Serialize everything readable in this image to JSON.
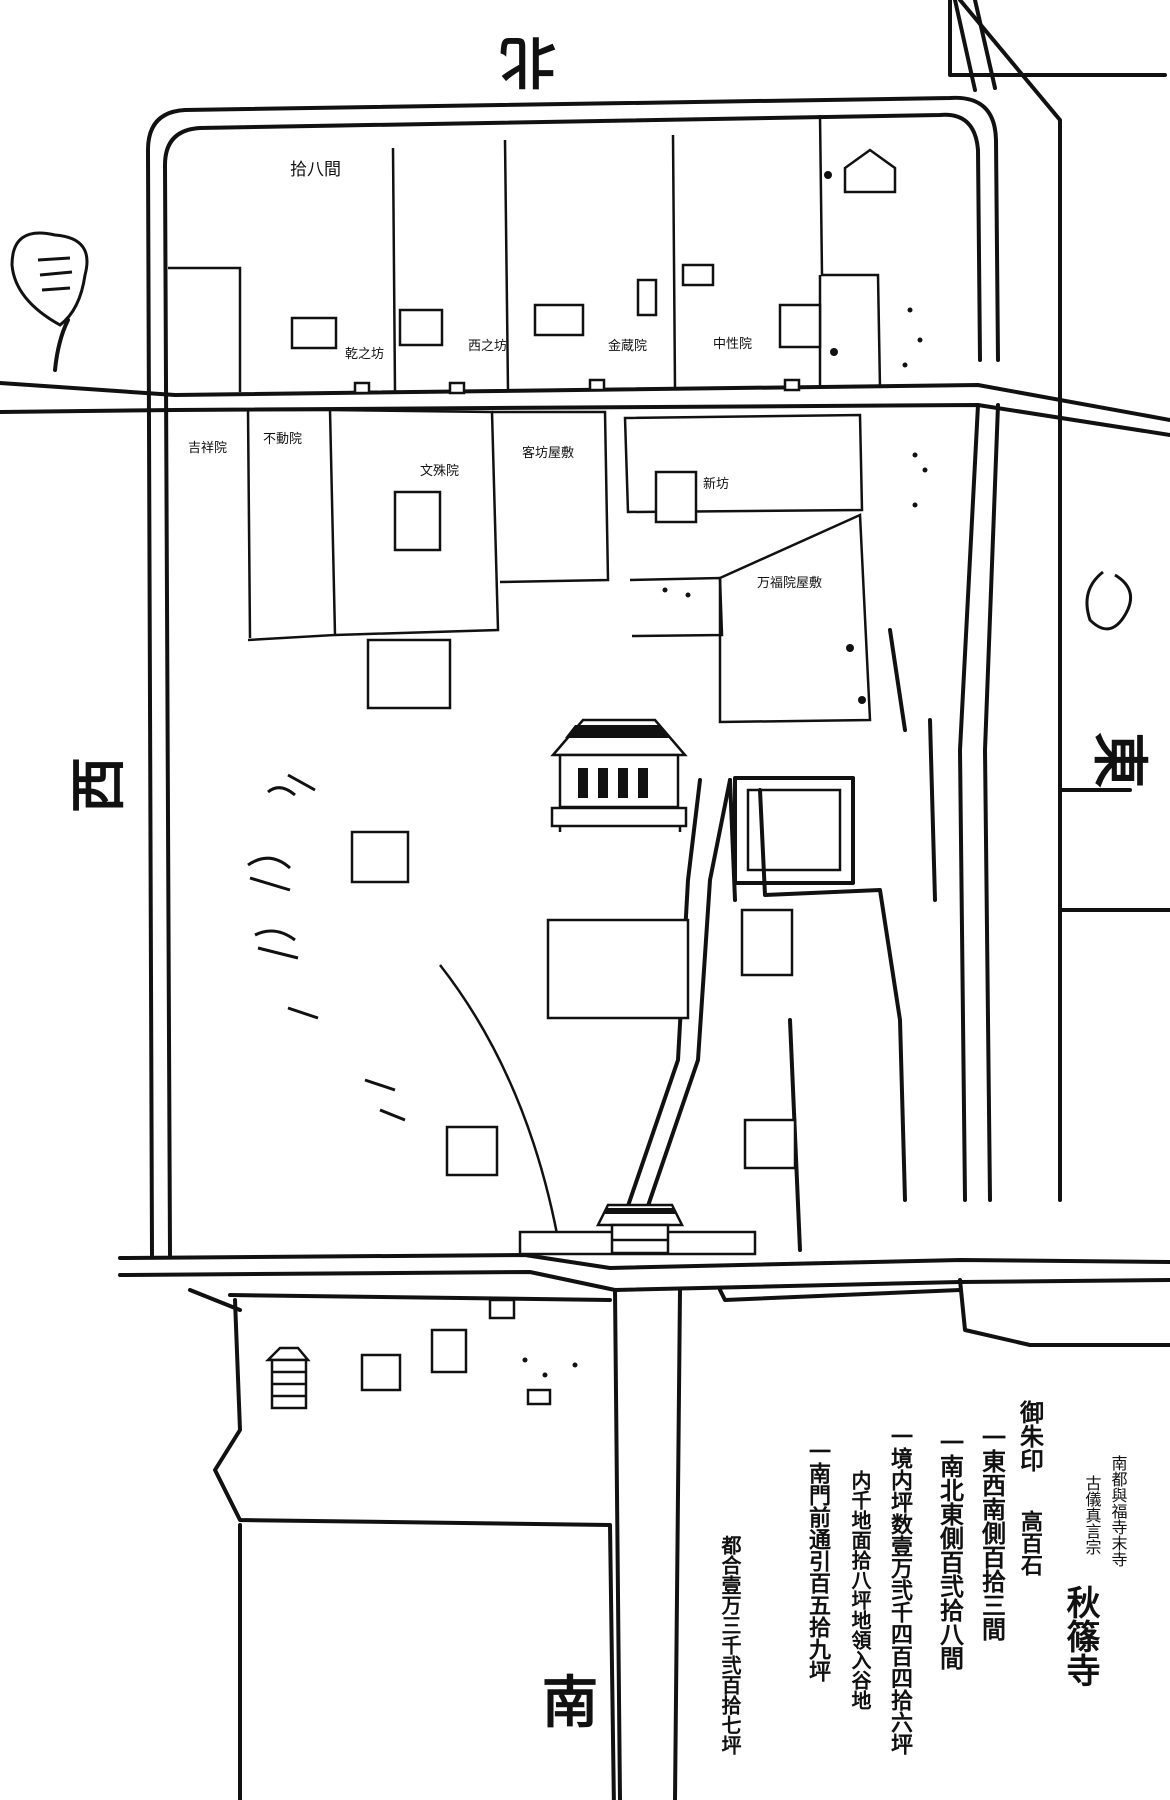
{
  "directions": {
    "north": "北",
    "south": "南",
    "east": "東",
    "west": "西"
  },
  "labels": {
    "kenshibo": "乾之坊",
    "nishinobo": "西之坊",
    "konzoin": "金蔵院",
    "chushoin": "中性院",
    "kichijoin": "吉祥院",
    "fudoin": "不動院",
    "monjuin": "文殊院",
    "kyakubo": "客坊屋敷",
    "shinbo": "新坊",
    "manpukuin": "万福院屋敷"
  },
  "legend": {
    "title": "秋篠寺",
    "lines": [
      "南都與福寺末寺",
      "古儀真言宗",
      "御朱印",
      "高百石",
      "一東西南側百拾三間",
      "一南北東側百弐拾八間",
      "一境内坪数壹万弐千四百四拾六坪",
      "内千地面拾八坪地領入谷地",
      "一南門前通引百五拾九坪",
      "都合壹万三千弐百拾七坪"
    ]
  }
}
